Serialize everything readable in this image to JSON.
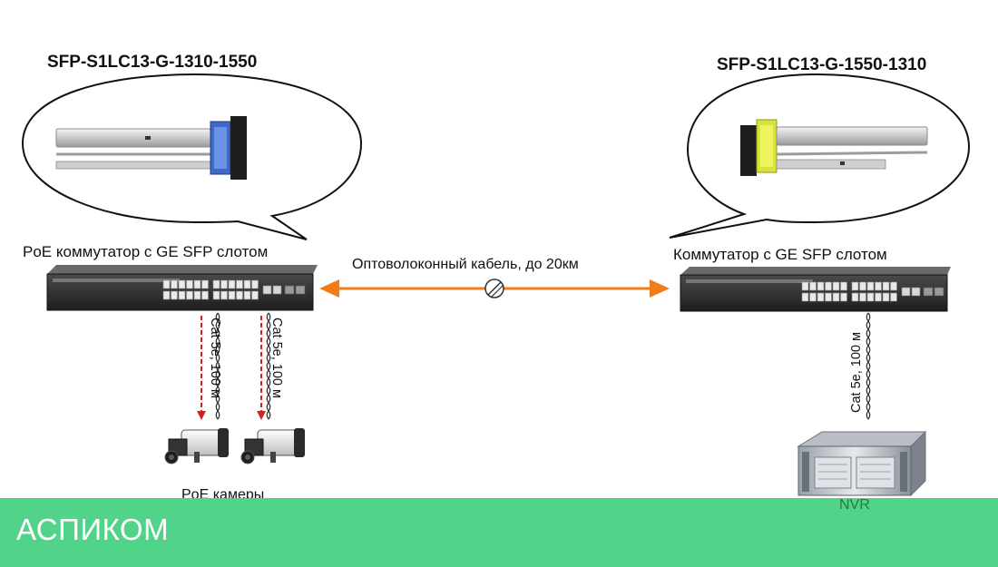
{
  "left_module": {
    "model": "SFP-S1LC13-G-1310-1550",
    "switch_label": "PoE коммутатор с GE SFP слотом",
    "cable1_label": "Cat 5e, 100 м",
    "cable2_label": "Cat 5e, 100 м",
    "cameras_label": "PoE камеры"
  },
  "link": {
    "label": "Оптоволоконный кабель, до 20км"
  },
  "right_module": {
    "model": "SFP-S1LC13-G-1550-1310",
    "switch_label": "Коммутатор с GE SFP слотом",
    "cable_label": "Cat 5e, 100 м",
    "nvr_label": "NVR"
  },
  "footer": {
    "brand": "АСПИКОМ"
  },
  "colors": {
    "fiber_arrow": "#f07d1a",
    "poe_arrow": "#d42020",
    "footer_bg": "#52d38a",
    "switch_body": "#2b2b2b"
  }
}
